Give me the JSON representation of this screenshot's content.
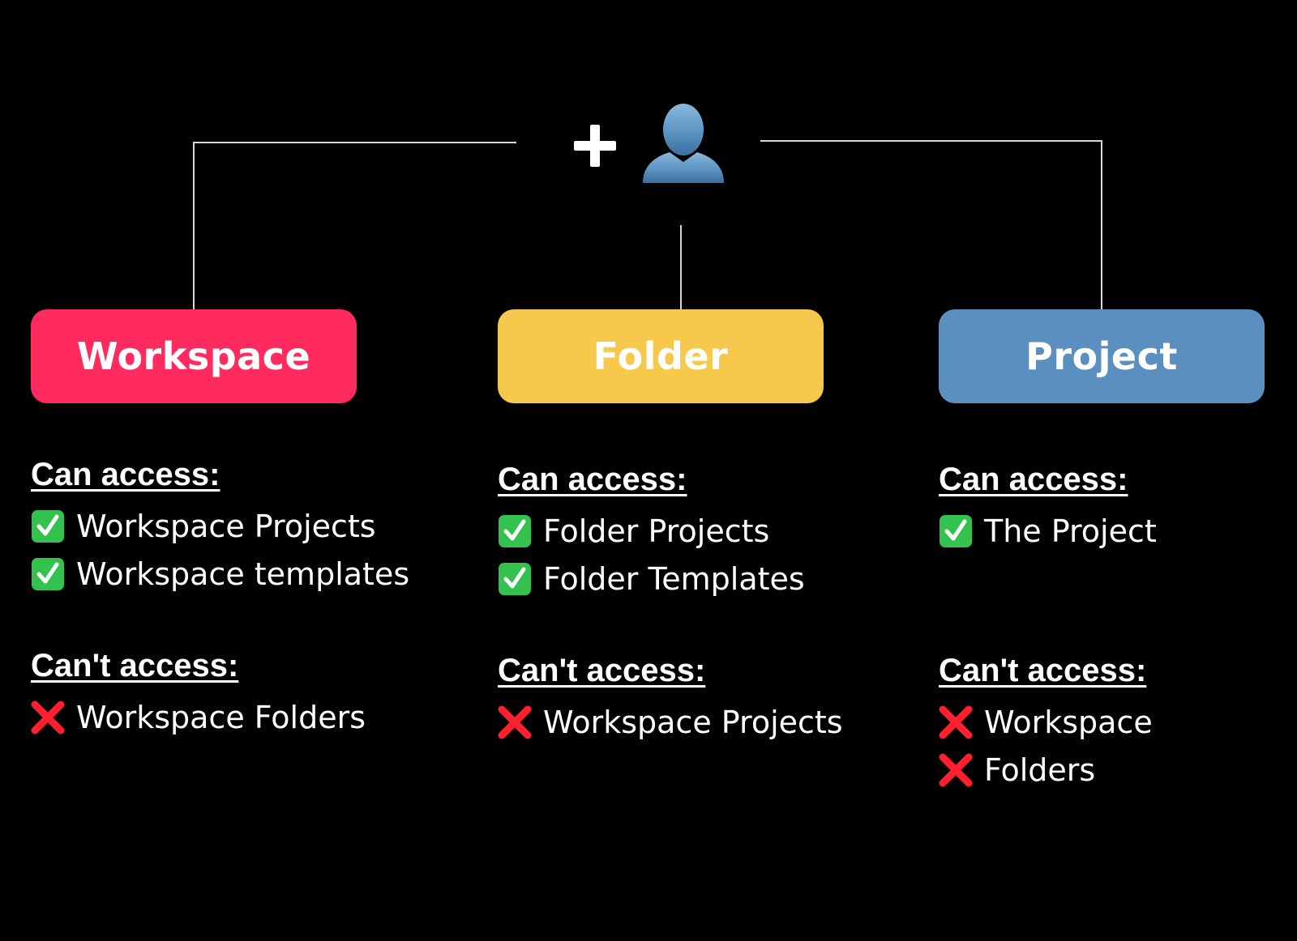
{
  "colors": {
    "background": "#000000",
    "connector": "#d8d8d8",
    "workspace": "#ff2b5e",
    "folder": "#f6c94c",
    "project": "#5b8fbf",
    "check_green": "#33c24d",
    "cross_red": "#ff1f2d",
    "user_blue": "#5b93c2",
    "text": "#ffffff"
  },
  "icons": {
    "add": "plus-icon",
    "user": "user-icon",
    "allowed": "check-icon",
    "denied": "cross-icon"
  },
  "columns": [
    {
      "title": "Workspace",
      "color": "#ff2b5e",
      "can_heading": "Can access:",
      "can_items": [
        "Workspace Projects",
        "Workspace templates"
      ],
      "cant_heading": "Can't access:",
      "cant_items": [
        "Workspace Folders"
      ]
    },
    {
      "title": "Folder",
      "color": "#f6c94c",
      "can_heading": "Can access:",
      "can_items": [
        "Folder Projects",
        "Folder Templates"
      ],
      "cant_heading": "Can't access:",
      "cant_items": [
        "Workspace Projects"
      ]
    },
    {
      "title": "Project",
      "color": "#5b8fbf",
      "can_heading": "Can access:",
      "can_items": [
        "The Project"
      ],
      "cant_heading": "Can't access:",
      "cant_items": [
        "Workspace",
        "Folders"
      ]
    }
  ]
}
